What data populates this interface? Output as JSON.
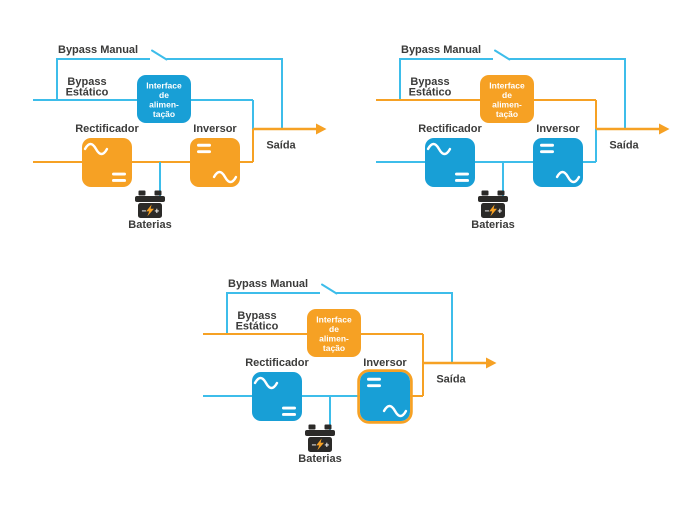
{
  "palette": {
    "line_blue": "#3dbdea",
    "box_blue": "#189fd6",
    "orange": "#f6a124",
    "label_dark": "#3b3b3a",
    "battery_dark": "#2b2a28",
    "white": "#ffffff"
  },
  "labels": {
    "bypass_manual": "Bypass Manual",
    "bypass_static_line1": "Bypass",
    "bypass_static_line2": "Estático",
    "interface_line1": "Interface",
    "interface_line2": "de",
    "interface_line3": "alimen-",
    "interface_line4": "tação",
    "rectifier": "Rectificador",
    "inverter": "Inversor",
    "output": "Saída",
    "batteries": "Baterias",
    "battery_minus": "−",
    "battery_plus": "+"
  },
  "diagrams": [
    {
      "id": "top-left",
      "strokes": {
        "bypass_manual": "#3dbdea",
        "switch_blade": "#3dbdea",
        "bypass_static": "#3dbdea",
        "static_drop": "#3dbdea",
        "main_input": "#f6a124",
        "inverter_link": "#f6a124",
        "output_rise": "#f6a124",
        "output_arrow": "#f6a124",
        "battery_drop": "#3dbdea"
      },
      "fills": {
        "interface_box": "#189fd6",
        "rectifier_box": "#f6a124",
        "inverter_box": "#f6a124",
        "inverter_border": "none",
        "arrowhead": "#f6a124"
      }
    },
    {
      "id": "top-right",
      "strokes": {
        "bypass_manual": "#3dbdea",
        "switch_blade": "#3dbdea",
        "bypass_static": "#f6a124",
        "static_drop": "#f6a124",
        "main_input": "#3dbdea",
        "inverter_link": "#3dbdea",
        "output_rise": "#3dbdea",
        "output_arrow": "#f6a124",
        "battery_drop": "#3dbdea"
      },
      "fills": {
        "interface_box": "#f6a124",
        "rectifier_box": "#189fd6",
        "inverter_box": "#189fd6",
        "inverter_border": "none",
        "arrowhead": "#f6a124"
      }
    },
    {
      "id": "bottom-center",
      "strokes": {
        "bypass_manual": "#3dbdea",
        "switch_blade": "#3dbdea",
        "bypass_static": "#f6a124",
        "static_drop": "#f6a124",
        "main_input": "#3dbdea",
        "inverter_link": "#f6a124",
        "output_rise": "#f6a124",
        "output_arrow": "#f6a124",
        "battery_drop": "#3dbdea"
      },
      "fills": {
        "interface_box": "#f6a124",
        "rectifier_box": "#189fd6",
        "inverter_box": "#189fd6",
        "inverter_border": "#f6a124",
        "arrowhead": "#f6a124"
      }
    }
  ]
}
